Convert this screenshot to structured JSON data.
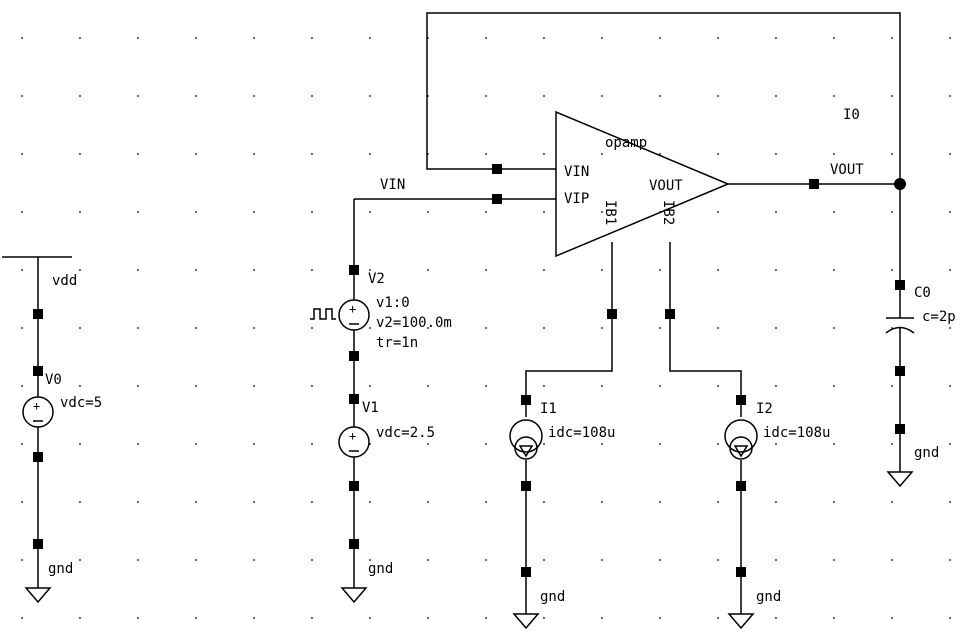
{
  "colors": {
    "background": "#ffffff",
    "ink": "#000000"
  },
  "supply": {
    "net_label": "vdd",
    "source_name": "V0",
    "source_param": "vdc=5",
    "ground_label": "gnd"
  },
  "input_pulse_source": {
    "name": "V2",
    "params": [
      "v1:0",
      "v2=100.0m",
      "tr=1n"
    ],
    "net_label": "VIN"
  },
  "input_dc_source": {
    "name": "V1",
    "param": "vdc=2.5",
    "ground_label": "gnd"
  },
  "opamp": {
    "instance_label": "I0",
    "cell_name": "opamp",
    "pin_vin": "VIN",
    "pin_vip": "VIP",
    "pin_vout": "VOUT",
    "pin_ib1": "IB1",
    "pin_ib2": "IB2"
  },
  "output_net": "VOUT",
  "current_source_1": {
    "name": "I1",
    "param": "idc=108u",
    "ground_label": "gnd"
  },
  "current_source_2": {
    "name": "I2",
    "param": "idc=108u",
    "ground_label": "gnd"
  },
  "load_cap": {
    "name": "C0",
    "param": "c=2p",
    "ground_label": "gnd"
  }
}
